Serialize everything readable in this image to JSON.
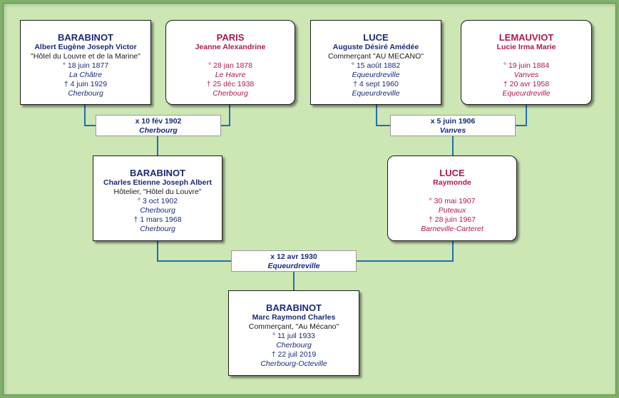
{
  "persons": {
    "p1": {
      "surname": "BARABINOT",
      "given": "Albert Eugène Joseph Victor",
      "occupation": "\"Hôtel du Louvre et de la Marine\"",
      "birth": "° 18 juin 1877",
      "birth_place": "La Châtre",
      "death": "† 4 juin 1929",
      "death_place": "Cherbourg"
    },
    "p2": {
      "surname": "PARIS",
      "given": "Jeanne Alexandrine",
      "birth": "° 28 jan 1878",
      "birth_place": "Le Havre",
      "death": "† 25 déc 1938",
      "death_place": "Cherbourg"
    },
    "p3": {
      "surname": "LUCE",
      "given": "Auguste Désiré Amédée",
      "occupation": "Commerçant \"AU MECANO\"",
      "birth": "° 15 août 1882",
      "birth_place": "Equeurdreville",
      "death": "† 4 sept 1960",
      "death_place": "Equeurdreville"
    },
    "p4": {
      "surname": "LEMAUVIOT",
      "given": "Lucie Irma Marie",
      "birth": "° 19 juin 1884",
      "birth_place": "Vanves",
      "death": "† 20 avr 1958",
      "death_place": "Equeurdreville"
    },
    "p5": {
      "surname": "BARABINOT",
      "given": "Charles Etienne Joseph Albert",
      "occupation": "Hôtelier, \"Hôtel du Louvre\"",
      "birth": "° 3 oct 1902",
      "birth_place": "Cherbourg",
      "death": "† 1 mars 1968",
      "death_place": "Cherbourg"
    },
    "p6": {
      "surname": "LUCE",
      "given": "Raymonde",
      "birth": "° 30 mai 1907",
      "birth_place": "Puteaux",
      "death": "† 28 juin 1967",
      "death_place": "Barneville-Carteret"
    },
    "p7": {
      "surname": "BARABINOT",
      "given": "Marc Raymond Charles",
      "occupation": "Commerçant, \"Au Mécano\"",
      "birth": "° 11 juil 1933",
      "birth_place": "Cherbourg",
      "death": "† 22 juil 2019",
      "death_place": "Cherbourg-Octeville"
    }
  },
  "marriages": {
    "m1": {
      "date": "x 10 fév 1902",
      "place": "Cherbourg"
    },
    "m2": {
      "date": "x 5 juin 1906",
      "place": "Vanves"
    },
    "m3": {
      "date": "x 12 avr 1930",
      "place": "Equeurdreville"
    }
  },
  "colors": {
    "background": "#cce6b4",
    "connector": "#1f6fb0",
    "male_text": "#1a2a7a",
    "female_text": "#b0184f"
  }
}
